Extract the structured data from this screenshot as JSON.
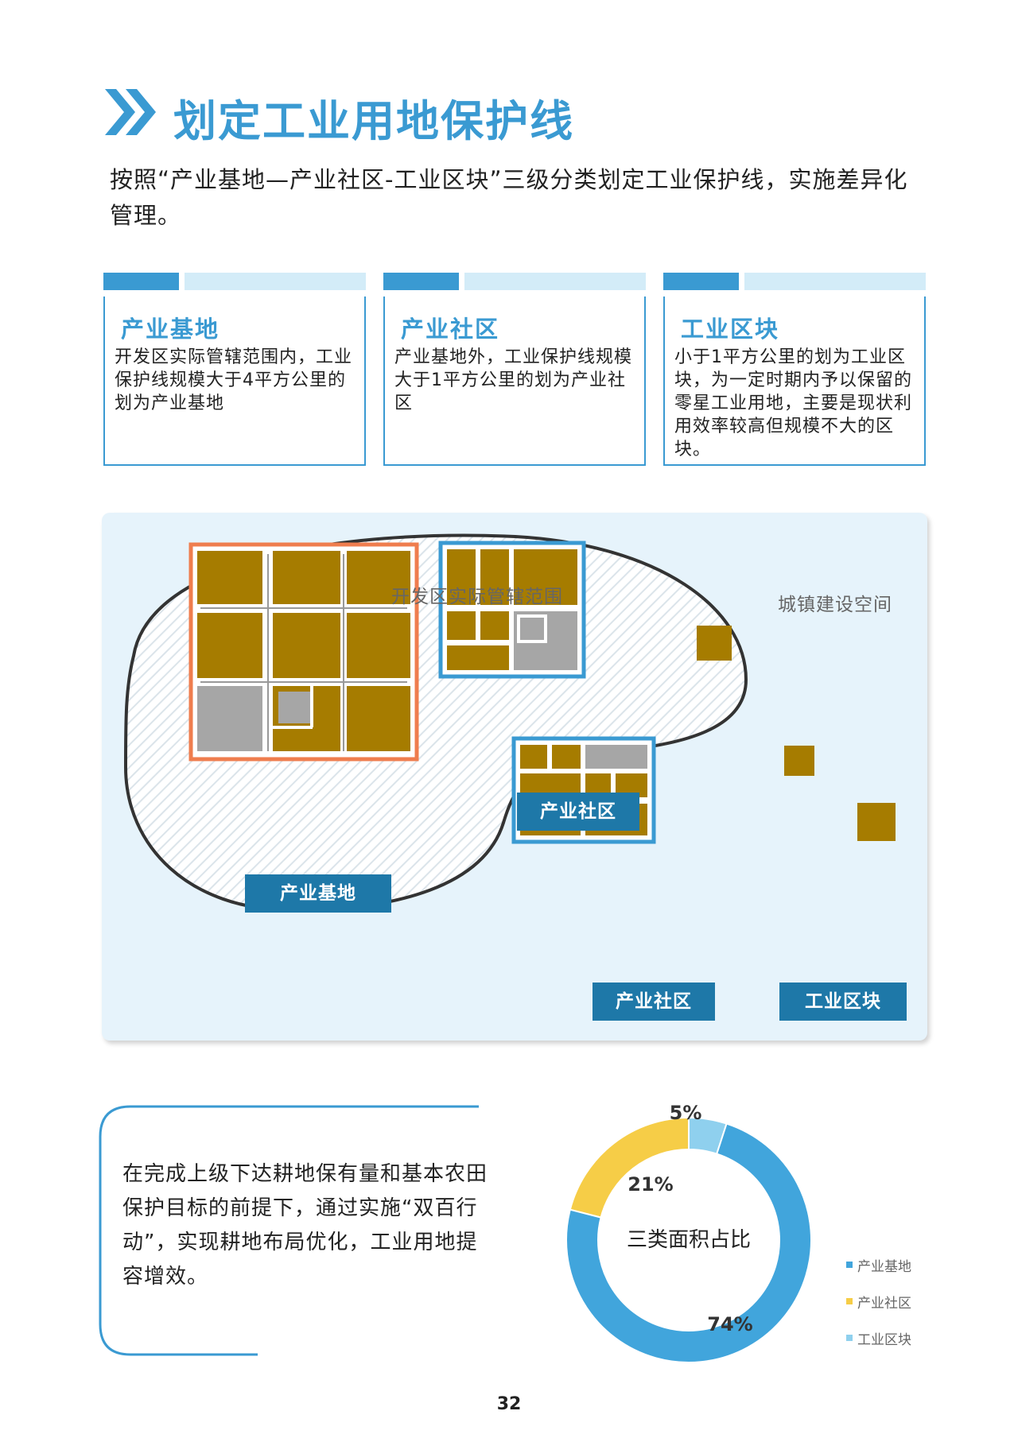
{
  "header": {
    "title": "划定工业用地保护线",
    "intro": "按照“产业基地—产业社区-工业区块”三级分类划定工业保护线，实施差异化管理。"
  },
  "cards": [
    {
      "name": "产业基地",
      "desc": "开发区实际管辖范围内，工业保护线规模大于4平方公里的划为产业基地"
    },
    {
      "name": "产业社区",
      "desc": "产业基地外，工业保护线规模大于1平方公里的划为产业社区"
    },
    {
      "name": "工业区块",
      "desc": "小于1平方公里的划为工业区块，为一定时期内予以保留的零星工业用地，主要是现状利用效率较高但规模不大的区块。"
    }
  ],
  "diagram": {
    "area_label": "开发区实际管辖范围",
    "outer_label": "城镇建设空间",
    "labels": {
      "base": "产业基地",
      "community_1": "产业社区",
      "community_2": "产业社区",
      "block": "工业区块"
    },
    "colors": {
      "land": "#a67c00",
      "vacant": "#a6a6a6",
      "base_border": "#ef7d4e",
      "community_border": "#3a9ad2",
      "background": "#e6f3fb"
    }
  },
  "bottom": {
    "text": "在完成上级下达耕地保有量和基本农田保护目标的前提下，通过实施“双百行动”，实现耕地布局优化，工业用地提容增效。"
  },
  "chart_data": {
    "type": "pie",
    "title": "三类面积占比",
    "categories": [
      "产业基地",
      "产业社区",
      "工业区块"
    ],
    "values": [
      74,
      21,
      5
    ],
    "value_labels": [
      "74%",
      "21%",
      "5%"
    ],
    "colors": [
      "#41a5dc",
      "#f6cd47",
      "#8fd0ee"
    ],
    "legend": "right"
  },
  "page_number": "32"
}
